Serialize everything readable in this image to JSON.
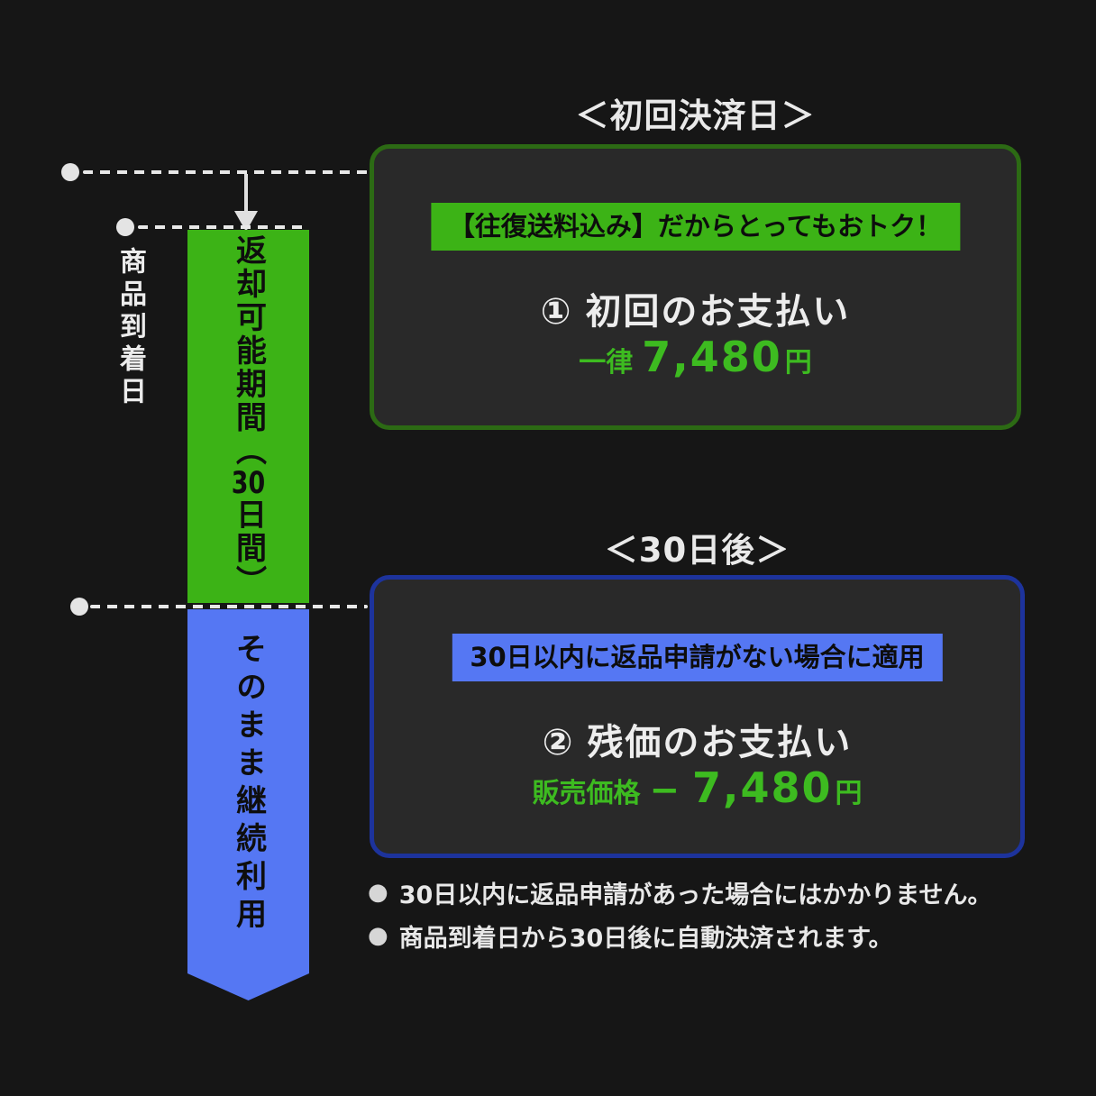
{
  "colors": {
    "background": "#161616",
    "card_background": "#292929",
    "green_bright": "#3cb316",
    "green_border": "#2c6a14",
    "green_price_text": "#3dbb20",
    "blue_bright": "#5577f3",
    "blue_border": "#1d339c",
    "text_light": "#eaeaea",
    "text_dark": "#0d0d0d"
  },
  "timeline": {
    "arrival_label": "商品到着日",
    "return_ribbon": {
      "prefix": "返却可能期間（",
      "number": "30",
      "suffix": "日間）"
    },
    "continue_ribbon": {
      "label": "そのまま継続利用"
    }
  },
  "card1": {
    "title": "＜初回決済日＞",
    "badge": "【往復送料込み】だからとってもおトク！",
    "heading_num": "①",
    "heading_text": "初回のお支払い",
    "price_prefix": "一律",
    "price_amount": "7,480",
    "price_suffix": "円"
  },
  "card2": {
    "title": "＜30日後＞",
    "badge": "30日以内に返品申請がない場合に適用",
    "heading_num": "②",
    "heading_text": "残価のお支払い",
    "price_prefix": "販売価格",
    "price_minus": "−",
    "price_amount": "7,480",
    "price_suffix": "円"
  },
  "notes": [
    {
      "bullet": "●",
      "text": "30日以内に返品申請があった場合にはかかりません。"
    },
    {
      "bullet": "●",
      "text": "商品到着日から30日後に自動決済されます。"
    }
  ]
}
